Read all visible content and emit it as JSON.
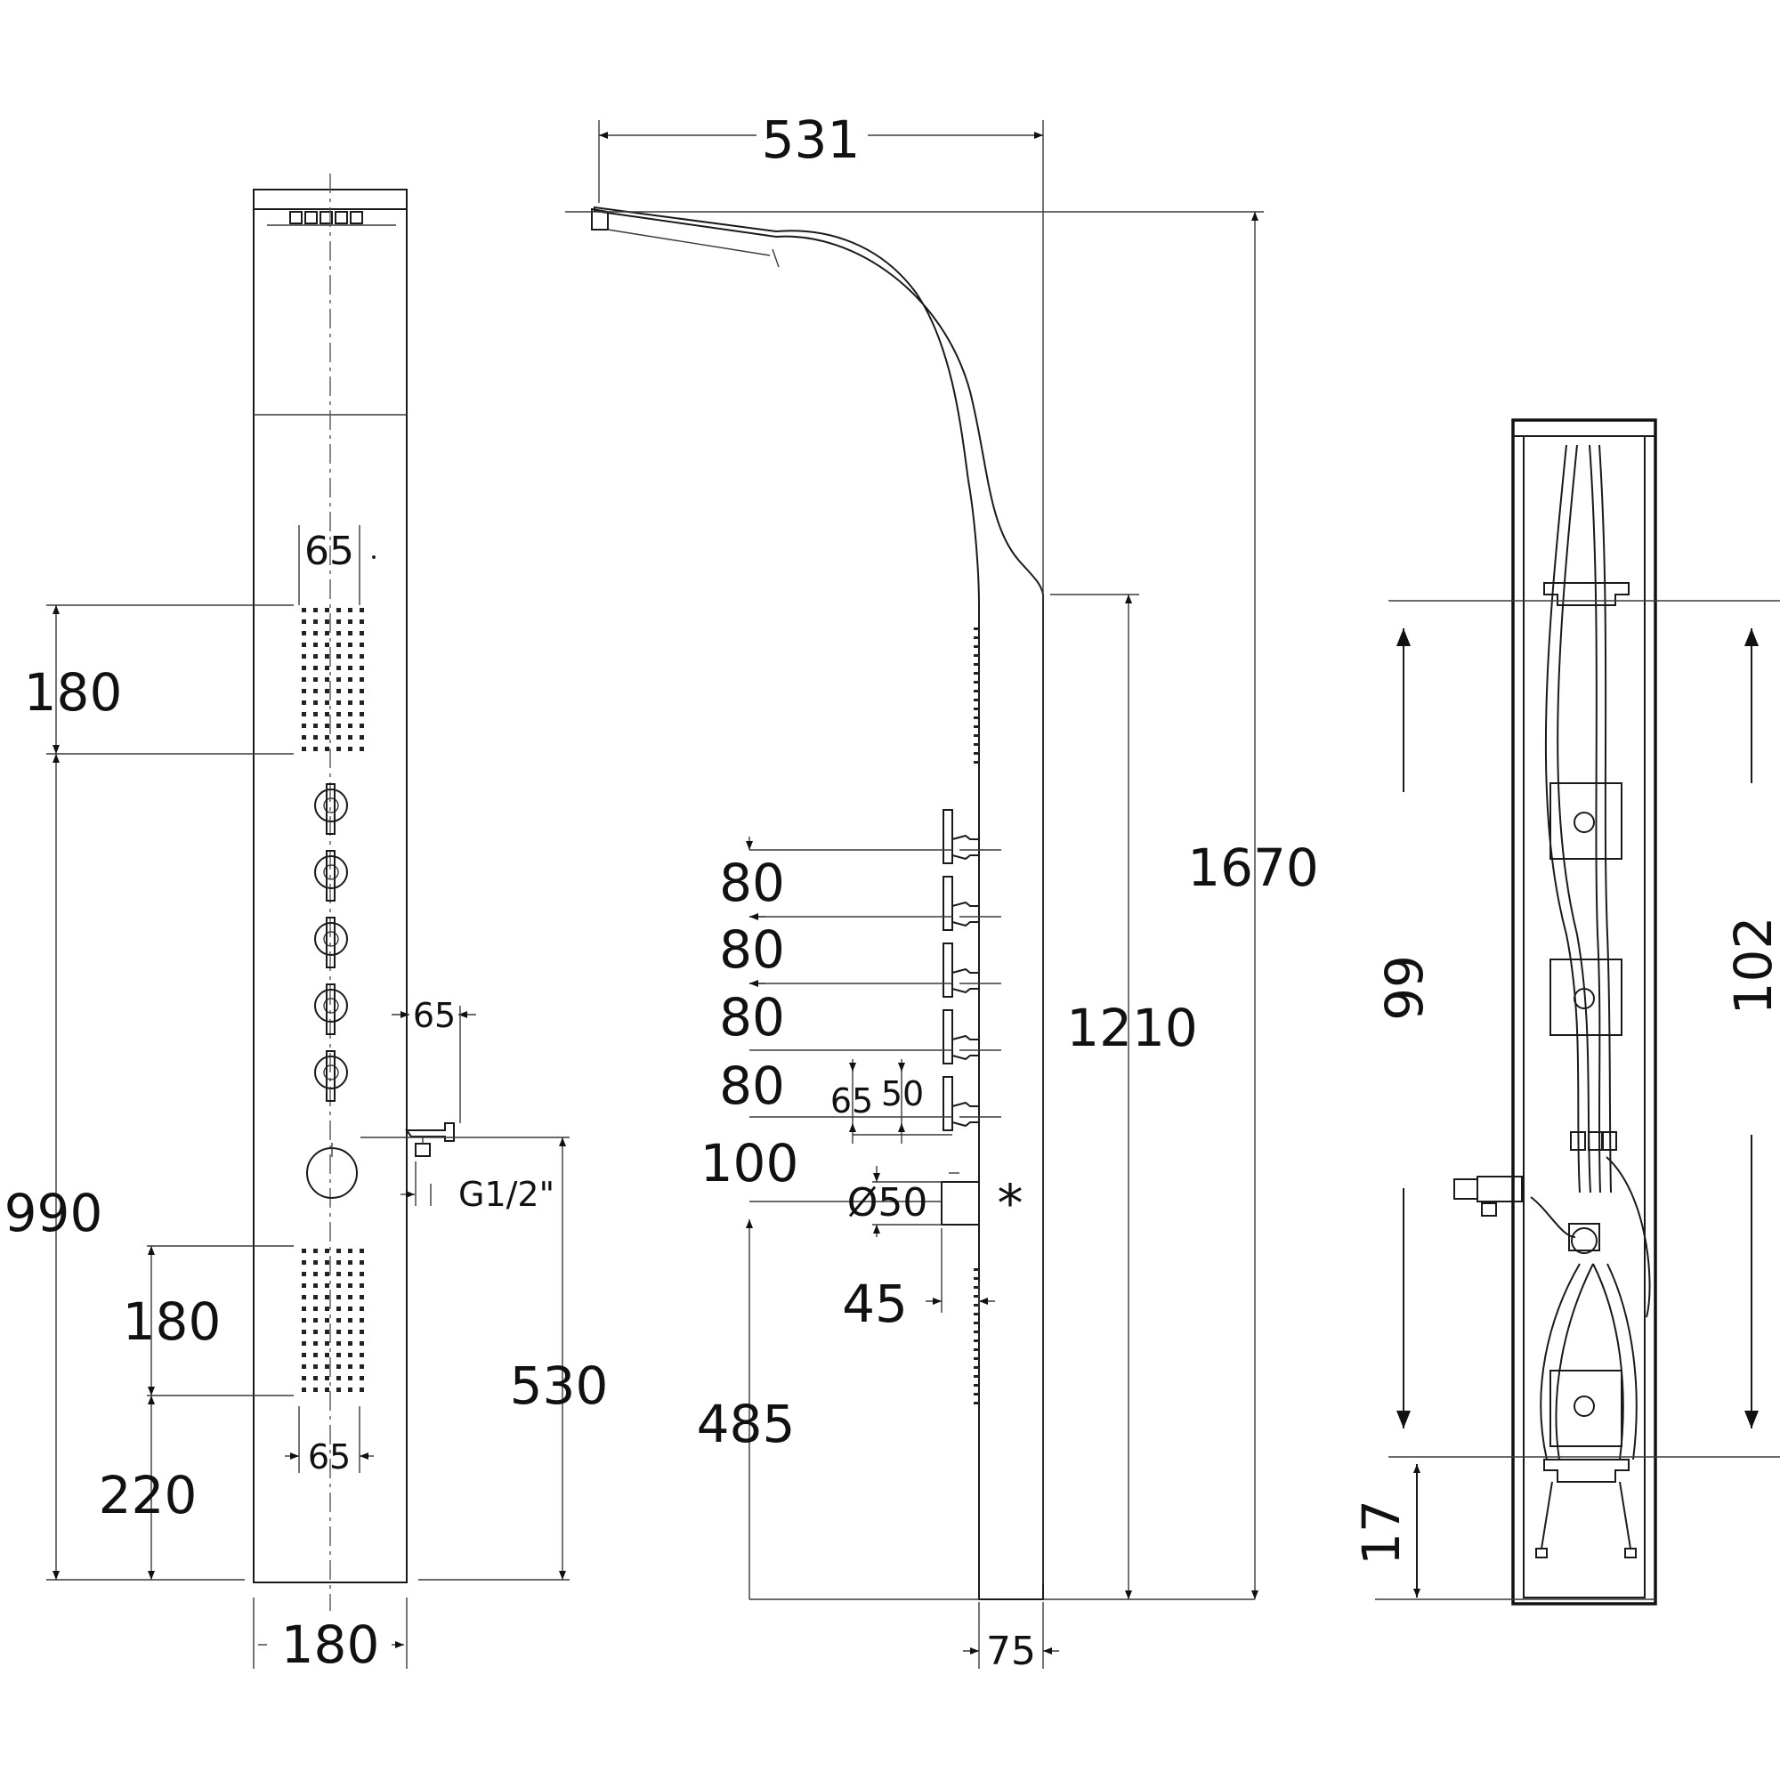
{
  "front_view": {
    "top_spray_width": "65",
    "upper_spray_height": "180",
    "spray_to_floor": "990",
    "outlet_offset": "65",
    "outlet_thread": "G1/2\"",
    "lower_spray_height": "180",
    "lower_spray_width": "65",
    "lower_spray_to_floor": "220",
    "outlet_height": "530",
    "panel_width": "180"
  },
  "side_view": {
    "arm_reach": "531",
    "total_height": "1670",
    "body_height": "1210",
    "valve_spacing": [
      "80",
      "80",
      "80",
      "80"
    ],
    "lever_offset": "65",
    "lever_length": "50",
    "knob_spacing": "100",
    "knob_diameter": "Ø50",
    "knob_depth": "45",
    "knob_to_floor": "485",
    "panel_depth": "75",
    "note_mark": "*"
  },
  "rear_view": {
    "left_span": "99",
    "right_span": "102",
    "bottom_span": "17"
  }
}
